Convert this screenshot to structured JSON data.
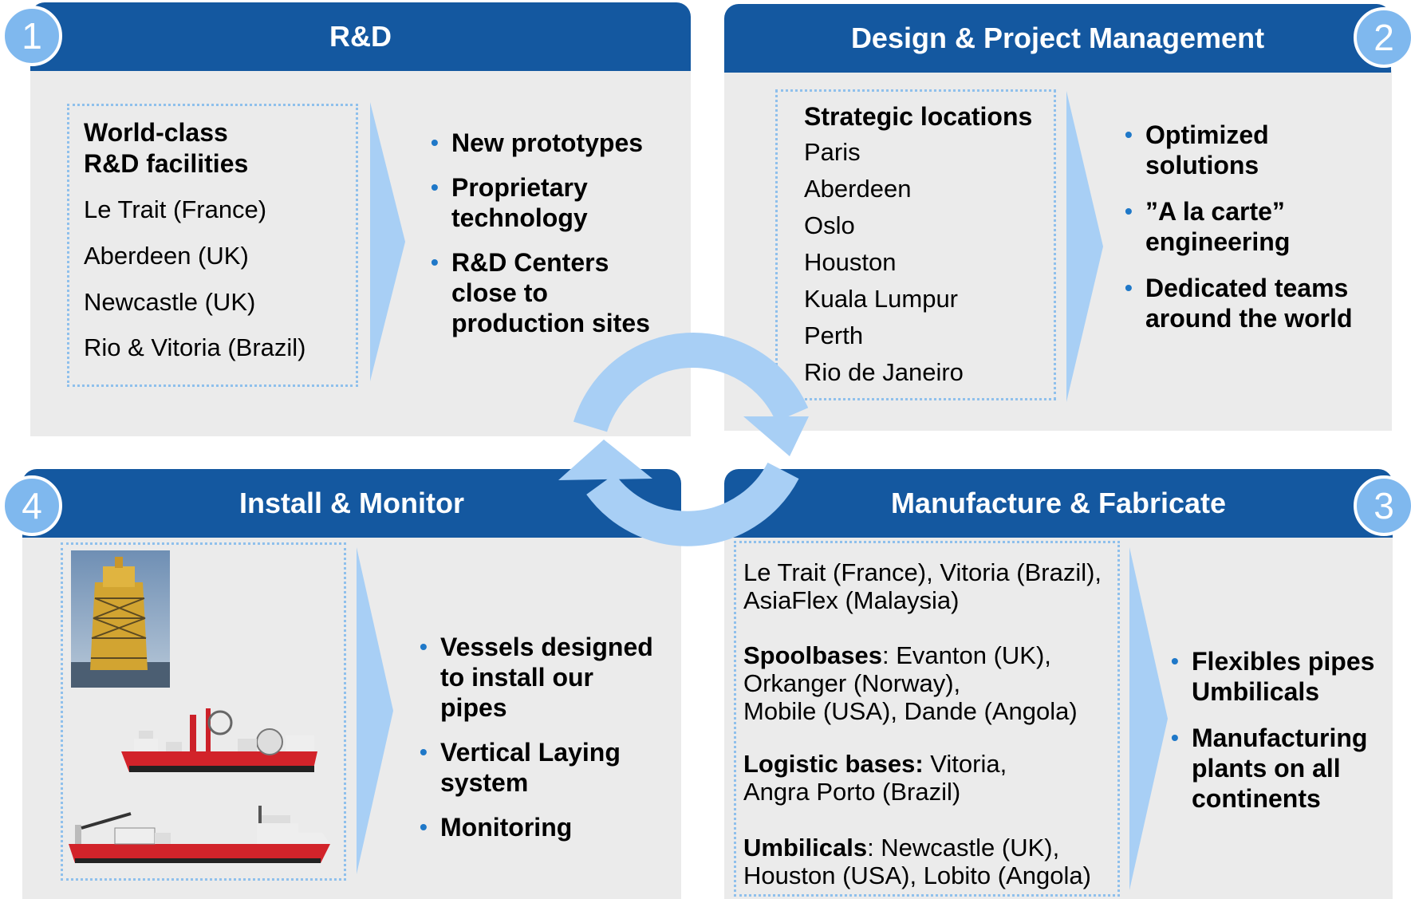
{
  "quadrants": {
    "rd": {
      "number": "1",
      "title": "R&D",
      "box_heading_1": "World-class",
      "box_heading_2": "R&D facilities",
      "locations": [
        "Le Trait (France)",
        "Aberdeen (UK)",
        "Newcastle (UK)",
        "Rio & Vitoria (Brazil)"
      ],
      "bullets": [
        {
          "line1": "New prototypes",
          "line2": "",
          "line3": ""
        },
        {
          "line1": "Proprietary",
          "line2": "technology",
          "line3": ""
        },
        {
          "line1": "R&D Centers",
          "line2": "close to",
          "line3": "production sites"
        }
      ]
    },
    "design": {
      "number": "2",
      "title": "Design & Project Management",
      "box_heading": "Strategic locations",
      "locations": [
        "Paris",
        "Aberdeen",
        "Oslo",
        "Houston",
        "Kuala Lumpur",
        "Perth",
        "Rio de Janeiro"
      ],
      "bullets": [
        {
          "line1": "Optimized",
          "line2": "solutions"
        },
        {
          "line1": "”A la carte”",
          "line2": "engineering"
        },
        {
          "line1": "Dedicated teams",
          "line2": "around the world"
        }
      ]
    },
    "manufacture": {
      "number": "3",
      "title": "Manufacture & Fabricate",
      "plants_line1": "Le Trait (France), Vitoria (Brazil),",
      "plants_line2": "AsiaFlex (Malaysia)",
      "spool_label": "Spoolbases",
      "spool_line1_rest": ": Evanton (UK),",
      "spool_line2": "Orkanger (Norway),",
      "spool_line3": "Mobile (USA), Dande (Angola)",
      "logistic_label": "Logistic bases:",
      "logistic_line1_rest": " Vitoria,",
      "logistic_line2": "Angra Porto (Brazil)",
      "umb_label": "Umbilicals",
      "umb_line1_rest": ": Newcastle (UK),",
      "umb_line2": "Houston (USA), Lobito (Angola)",
      "bullets": [
        {
          "line1": "Flexibles pipes",
          "line2": "Umbilicals",
          "line3": ""
        },
        {
          "line1": "Manufacturing",
          "line2": "plants on all",
          "line3": "continents"
        }
      ]
    },
    "install": {
      "number": "4",
      "title": "Install & Monitor",
      "bullets": [
        {
          "line1": "Vessels designed",
          "line2": "to install our",
          "line3": "pipes"
        },
        {
          "line1": "Vertical Laying",
          "line2": "system",
          "line3": ""
        },
        {
          "line1": "Monitoring",
          "line2": "",
          "line3": ""
        }
      ]
    }
  },
  "colors": {
    "header": "#1458a0",
    "panel": "#ebebeb",
    "badge": "#7fb8ee",
    "arrow": "#a8cff5",
    "bullet": "#1f78c8"
  }
}
